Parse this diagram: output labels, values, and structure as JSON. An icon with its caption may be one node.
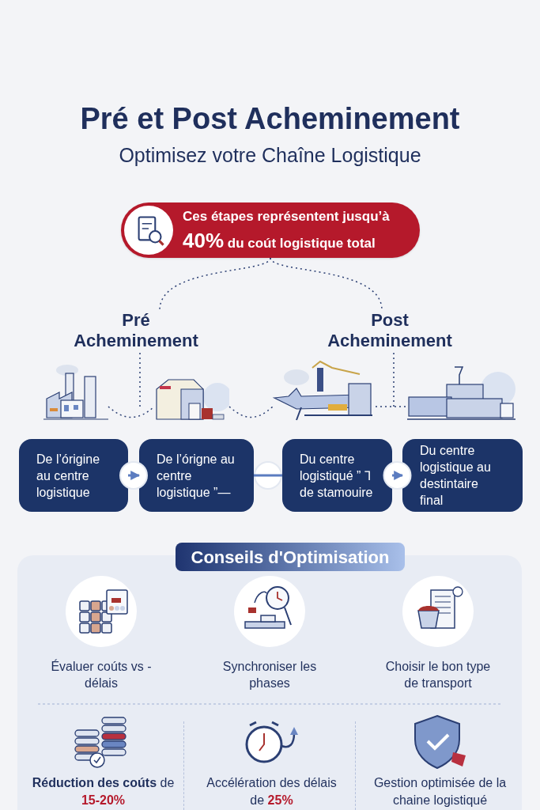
{
  "diagram": {
    "title": "Pré et Post Acheminement",
    "nodes": [
      {
        "text": [
          "Ces étapes représentent jusqu’à **40%** du coút logistique total"
        ]
      },
      {
        "text": [
          "Pré Acheminement"
        ]
      },
      {
        "text": [
          "Post Acheminement"
        ]
      },
      {
        "text": [],
        "shape": "picture"
      },
      {
        "text": [],
        "shape": "picture"
      },
      {
        "text": [],
        "shape": "picture"
      },
      {
        "text": [],
        "shape": "picture"
      },
      {
        "text": [
          "De l’órigine au centre logistique"
        ]
      },
      {
        "text": [
          "De l’órigne au centre logistique ”—"
        ]
      },
      {
        "text": [
          "Du centre logistiqué ” ⅂ de stamouire"
        ]
      },
      {
        "text": [
          "Du centre logistique au destintaire final"
        ]
      }
    ],
    "edges": [
      {
        "from": 0,
        "to": 1,
        "arrow": "none",
        "style": "dashed"
      },
      {
        "from": 0,
        "to": 2,
        "arrow": "none",
        "style": "dashed"
      },
      {
        "from": 1,
        "to": null,
        "arrow": "none",
        "style": "dashed"
      },
      {
        "from": 2,
        "to": null,
        "arrow": "none",
        "style": "dashed"
      },
      {
        "from": 3,
        "to": 4,
        "arrow": "none",
        "style": "dashed"
      },
      {
        "from": 4,
        "to": 5,
        "arrow": "none",
        "style": "dashed"
      },
      {
        "from": 5,
        "to": 6,
        "arrow": "none",
        "style": "dashed"
      },
      {
        "from": 7,
        "to": 8,
        "arrow": "to"
      },
      {
        "from": 8,
        "to": 9,
        "arrow": "none"
      },
      {
        "from": 9,
        "to": 10,
        "arrow": "to"
      }
    ],
    "labels": [
      "Optimisez votre Chaîne Logistique",
      "Conseils d'Optimisation",
      "Évaluer coúts vs - délais",
      "Synchroniser les phases",
      "Choisir le bon type de transport",
      "**Réduction des coúts** de *15-20%*",
      "Accélération des délais de *25%*",
      "Gestion optimisée de la chaine logistiqué"
    ]
  }
}
